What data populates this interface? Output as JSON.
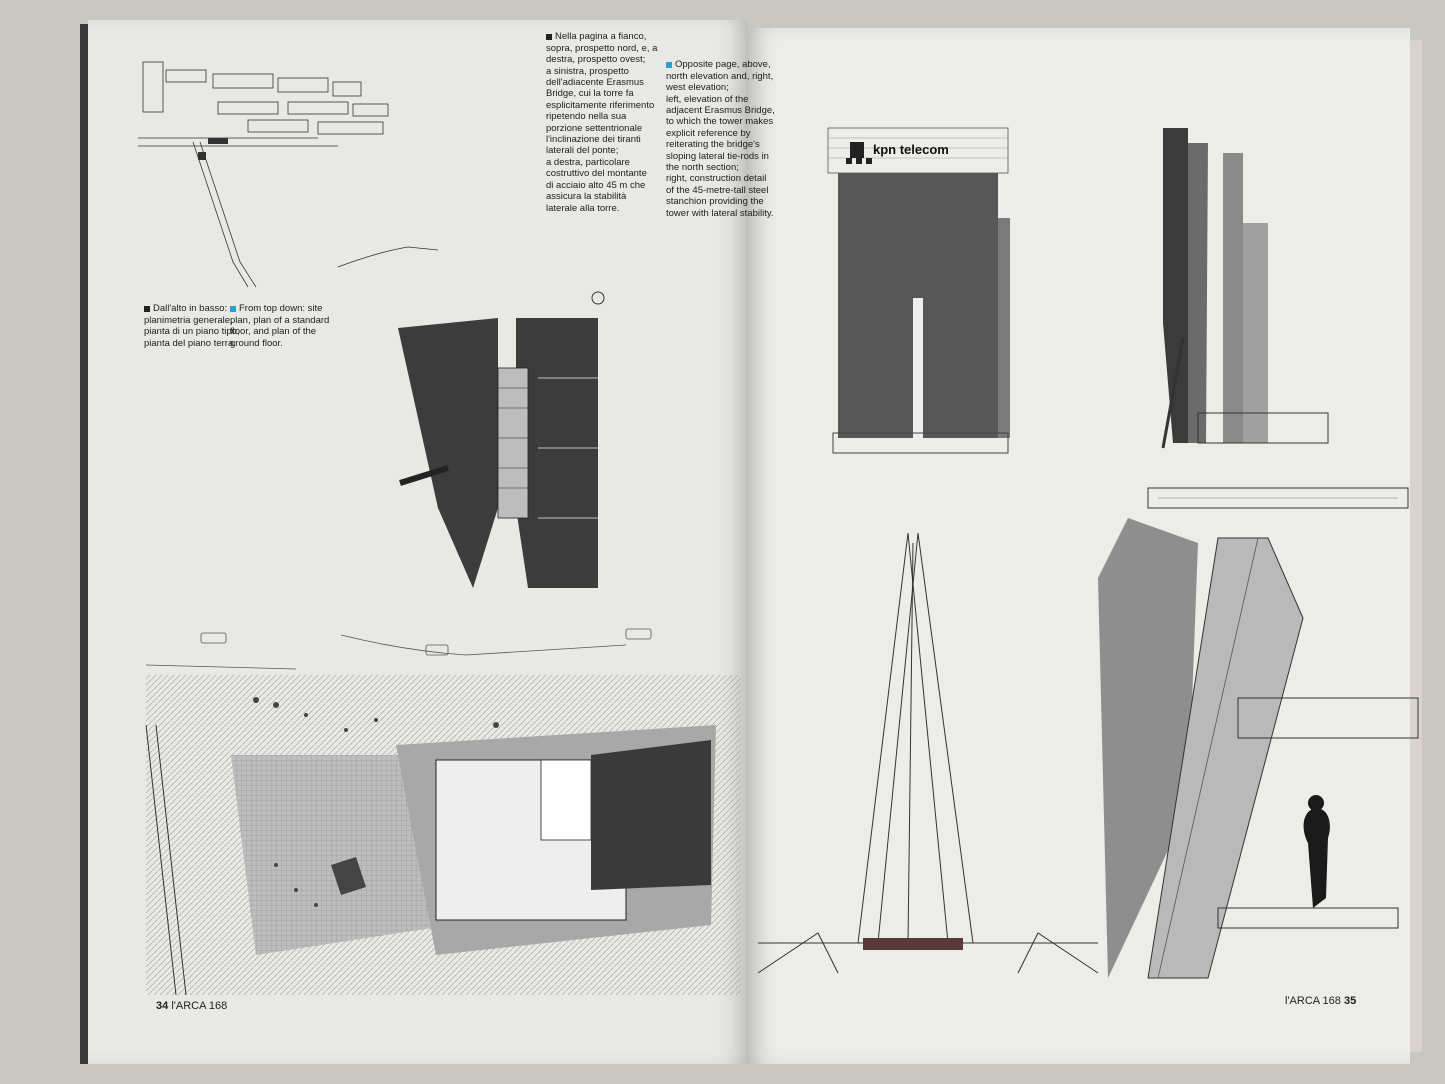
{
  "left_page": {
    "caption_it_top": "Nella pagina a fianco,\nsopra, prospetto nord, e, a\ndestra, prospetto ovest;\na sinistra, prospetto\ndell'adiacente Erasmus\nBridge, cui la torre fa\nesplicitamente riferimento\nripetendo nella sua\nporzione settentrionale\nl'inclinazione dei tiranti\nlaterali del ponte;\na destra, particolare\ncostruttivo del montante\ndi acciaio alto 45 m che\nassicura la stabilità\nlaterale alla torre.",
    "caption_it_plans": "Dall'alto in basso:\nplanimetria generale,\npianta di un piano tipo,\npianta del piano terra.",
    "caption_en_plans": "From top down: site\nplan, plan of a standard\nfloor, and plan of the\nground floor.",
    "folio_number": "34",
    "folio_title": "l'ARCA 168"
  },
  "right_page": {
    "caption_en_top": "Opposite page, above,\nnorth elevation and, right,\nwest elevation;\nleft, elevation of the\nadjacent Erasmus Bridge,\nto which the tower makes\nexplicit reference by\nreiterating the bridge's\nsloping lateral tie-rods in\nthe north section;\nright, construction detail\nof the 45-metre-tall steel\nstanchion providing the\ntower with lateral stability.",
    "sign_text": "kpn telecom",
    "folio_title": "l'ARCA 168",
    "folio_number": "35"
  },
  "colors": {
    "accent_blue": "#2a9fd6",
    "ink": "#1d1d1d",
    "dark_fill": "#3c3c3c"
  }
}
